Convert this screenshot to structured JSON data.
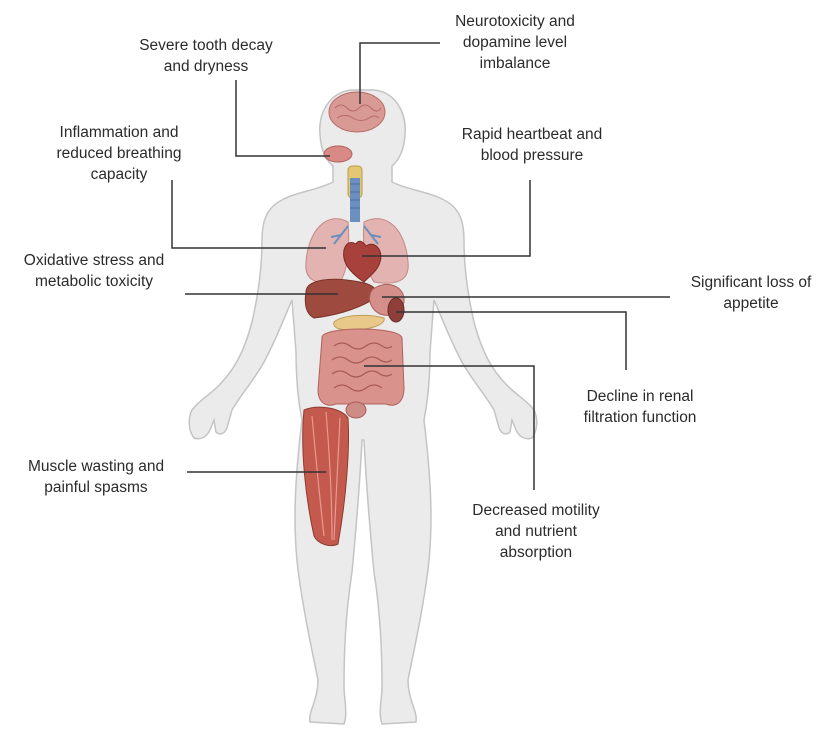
{
  "colors": {
    "body_fill": "#ebebeb",
    "body_outline": "#c4c4c4",
    "organ_red": "#c9756f",
    "organ_dark": "#9b3d37",
    "airway_blue": "#6b8fbf",
    "liver": "#a0473a",
    "leader": "#333333"
  },
  "labels": [
    {
      "id": "neuro",
      "lines": [
        "Neurotoxicity and",
        "dopamine level",
        "imbalance"
      ]
    },
    {
      "id": "tooth",
      "lines": [
        "Severe tooth decay",
        "and dryness"
      ]
    },
    {
      "id": "inflammation",
      "lines": [
        "Inflammation and",
        "reduced breathing",
        "capacity"
      ]
    },
    {
      "id": "heart",
      "lines": [
        "Rapid heartbeat and",
        "blood pressure"
      ]
    },
    {
      "id": "oxidative",
      "lines": [
        "Oxidative stress and",
        "metabolic toxicity"
      ]
    },
    {
      "id": "appetite",
      "lines": [
        "Significant loss of",
        "appetite"
      ]
    },
    {
      "id": "renal",
      "lines": [
        "Decline in renal",
        "filtration function"
      ]
    },
    {
      "id": "muscle",
      "lines": [
        "Muscle wasting and",
        "painful spasms"
      ]
    },
    {
      "id": "motility",
      "lines": [
        "Decreased motility",
        "and nutrient",
        "absorption"
      ]
    }
  ]
}
